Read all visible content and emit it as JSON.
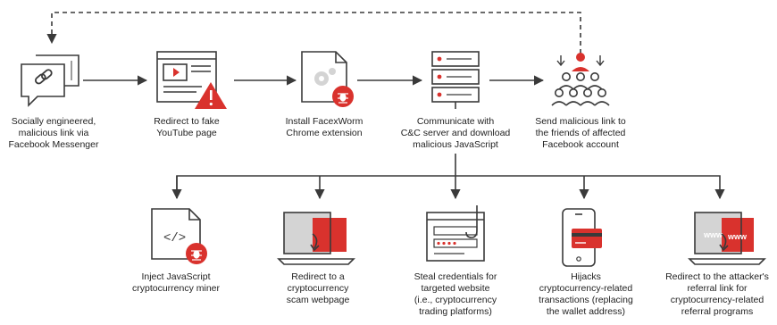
{
  "colors": {
    "stroke": "#3a3a3a",
    "accent": "#d9322d",
    "panel": "#d4d4d4",
    "background": "#ffffff"
  },
  "steps": [
    {
      "icon": "messenger-link-icon",
      "lines": [
        "Socially engineered,",
        "malicious link via",
        "Facebook Messenger"
      ]
    },
    {
      "icon": "fake-youtube-warning-icon",
      "lines": [
        "Redirect to fake",
        "YouTube page"
      ]
    },
    {
      "icon": "browser-extension-malware-icon",
      "lines": [
        "Install FacexWorm",
        "Chrome extension"
      ]
    },
    {
      "icon": "server-stack-icon",
      "lines": [
        "Communicate with",
        "C&C server and download",
        "malicious JavaScript"
      ]
    },
    {
      "icon": "friends-group-icon",
      "lines": [
        "Send malicious link to",
        "the friends of affected",
        "Facebook account"
      ]
    }
  ],
  "outcomes": [
    {
      "icon": "javascript-miner-icon",
      "lines": [
        "Inject JavaScript",
        "cryptocurrency miner"
      ]
    },
    {
      "icon": "scam-webpage-redirect-icon",
      "lines": [
        "Redirect to a",
        "cryptocurrency",
        "scam webpage"
      ]
    },
    {
      "icon": "credential-theft-hook-icon",
      "lines": [
        "Steal credentials for",
        "targeted website",
        "(i.e., cryptocurrency",
        "trading platforms)"
      ]
    },
    {
      "icon": "phone-card-hijack-icon",
      "lines": [
        "Hijacks",
        "cryptocurrency-related",
        "transactions (replacing",
        "the wallet address)"
      ]
    },
    {
      "icon": "referral-redirect-icon",
      "icon_text": [
        "www",
        "www"
      ],
      "lines": [
        "Redirect to the attacker's",
        "referral link for",
        "cryptocurrency-related",
        "referral programs"
      ]
    }
  ]
}
